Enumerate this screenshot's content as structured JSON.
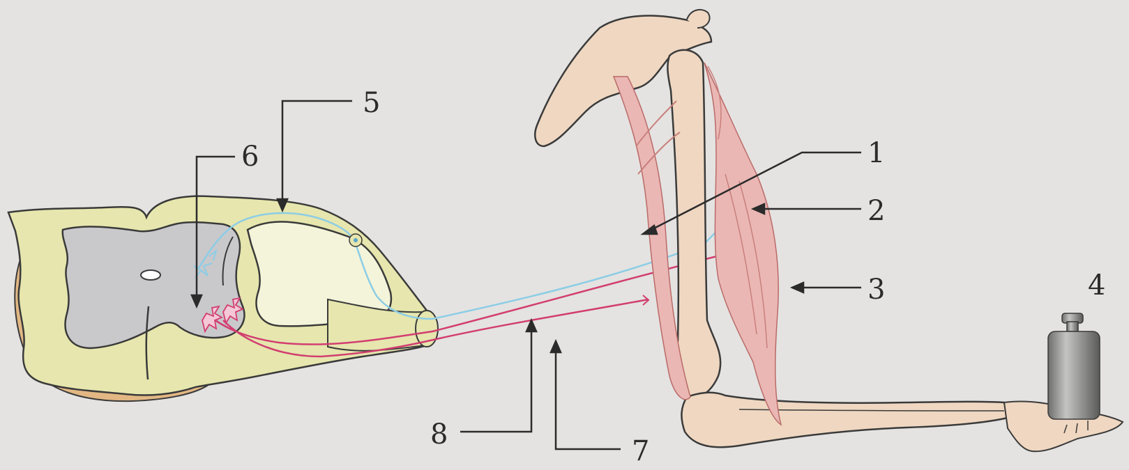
{
  "labels": {
    "l1": "1",
    "l2": "2",
    "l3": "3",
    "l4": "4",
    "l5": "5",
    "l6": "6",
    "l7": "7",
    "l8": "8"
  },
  "colors": {
    "background": "#e4e3e1",
    "white_matter": "#e6e6ae",
    "gray_matter": "#c9c8cb",
    "meninges": "#e2b784",
    "bone": "#efd7c1",
    "muscle": "#eab7b4",
    "sensory_fiber": "#8ccde6",
    "motor_fiber": "#d23e70",
    "weight": "#8a8a88"
  }
}
